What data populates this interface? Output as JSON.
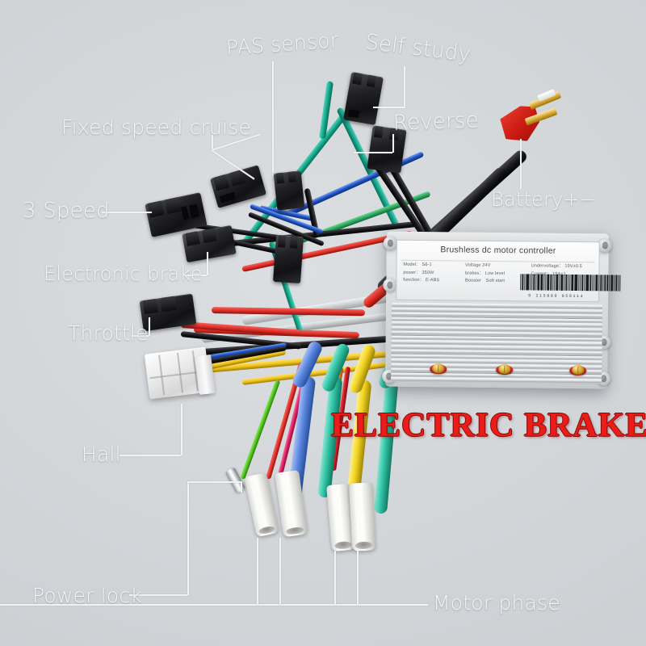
{
  "image": {
    "subject": "Brushless DC motor controller with labeled wiring harness",
    "background_color": "#d3d6d9"
  },
  "watermark": {
    "text": "ELECTRIC BRAKE",
    "color": "#ec1c18",
    "outline_color": "#7c0c0a"
  },
  "callouts": [
    {
      "id": "pas-sensor",
      "label": "PAS sensor"
    },
    {
      "id": "self-study",
      "label": "Self study"
    },
    {
      "id": "fixed-speed-cruise",
      "label": "Fixed speed cruise"
    },
    {
      "id": "reverse",
      "label": "Reverse"
    },
    {
      "id": "battery",
      "label": "Battery+−"
    },
    {
      "id": "three-speed",
      "label": "3 Speed"
    },
    {
      "id": "electronic-brake",
      "label": "Electronic brake"
    },
    {
      "id": "throttle",
      "label": "Throttle"
    },
    {
      "id": "hall",
      "label": "Hall"
    },
    {
      "id": "power-lock",
      "label": "Power lock"
    },
    {
      "id": "motor-phase",
      "label": "Motor phase"
    }
  ],
  "controller_label": {
    "title": "Brushless dc motor controller",
    "column_1": [
      "Model： S6-1",
      "power： 350W",
      "function： E-ABS"
    ],
    "column_2": [
      "Voltage 24V",
      "brakes： Low level",
      "Booster　Soft start"
    ],
    "column_3": [
      "Undervoltage： 19V±0.5",
      "Current： 15A±1"
    ],
    "barcode_number": "0  215809  056114"
  },
  "hardware": {
    "screws": 3,
    "screw_washer_color": "#c81a12",
    "screw_head_color": "#d3a52c",
    "heatsink_color": "#d6d9db",
    "deans_plug_color": "#c81a12"
  },
  "wire_colors": {
    "motor_phase_blue": "#5b86e0",
    "motor_phase_green": "#2fc2a4",
    "motor_phase_yellow": "#f2d421",
    "hall_red": "#e2322a",
    "hall_black": "#141416",
    "hall_blue": "#2050c8",
    "hall_yellow": "#f0c21c",
    "hall_green": "#2fa85e",
    "pas_teal": "#16a88c",
    "battery_red": "#e02b22",
    "battery_black": "#18181a",
    "self_study_teal": "#14a38a"
  }
}
